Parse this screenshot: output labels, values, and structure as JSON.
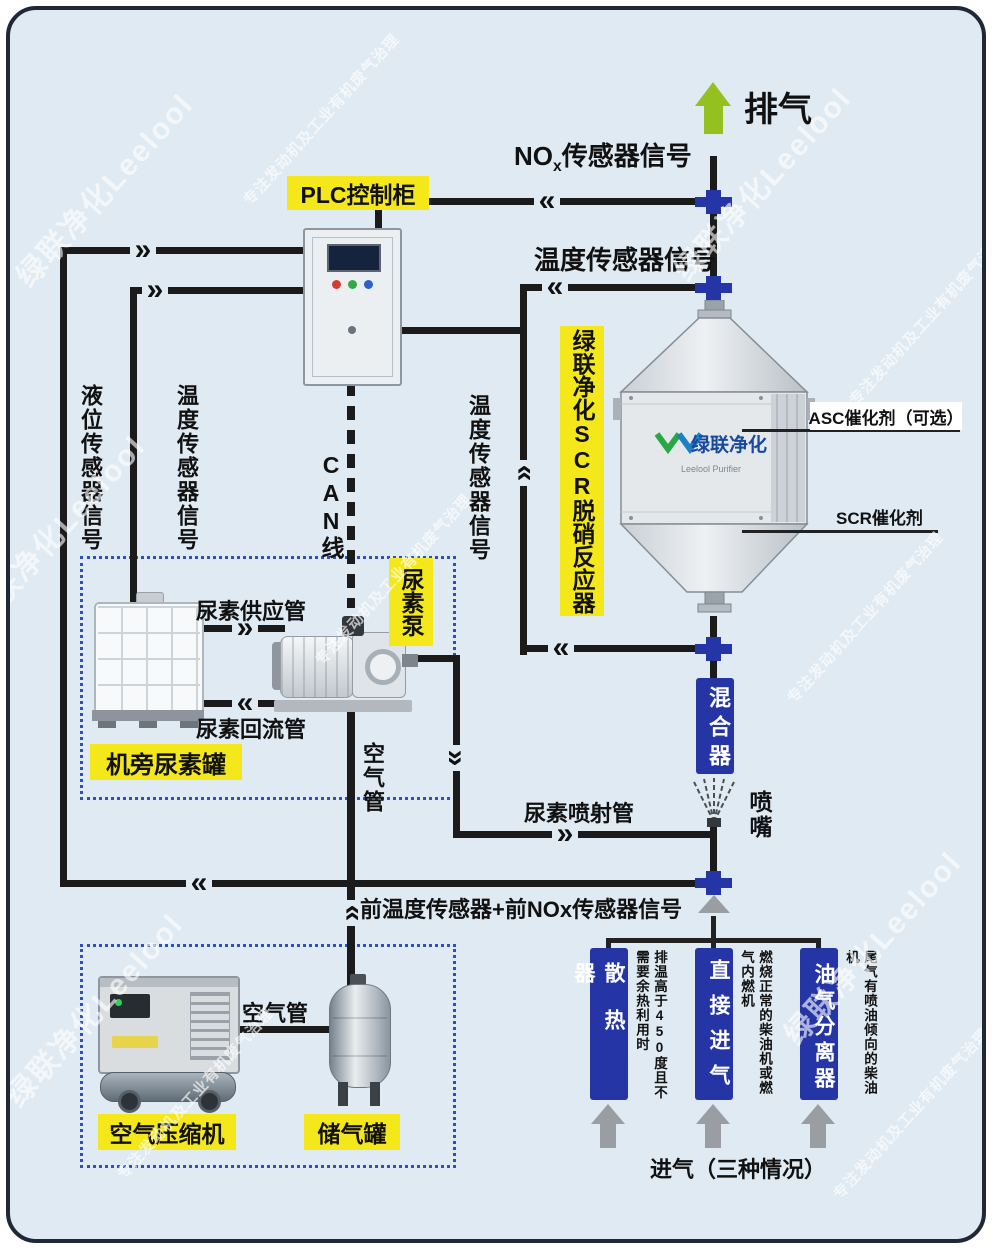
{
  "colors": {
    "bg": "#dfeaf2",
    "ink": "#1b1b1b",
    "yellow": "#f4e71a",
    "blue": "#2635a6",
    "green": "#94c11f",
    "gray": "#9a9ea3",
    "dotted": "#2d50c0"
  },
  "icons": {
    "chevron_right": "»",
    "chevron_left": "«"
  },
  "header": {
    "exhaust": "排气"
  },
  "plc": {
    "label": "PLC控制柜"
  },
  "reactor": {
    "label": "绿联净化SCR脱硝反应器",
    "asc": "ASC催化剂（可选）",
    "scr": "SCR催化剂",
    "logo_cn": "绿联净化",
    "logo_en": "Leelool Purifier"
  },
  "mixer": {
    "label": "混合器"
  },
  "nozzle": {
    "label": "喷嘴"
  },
  "signals": {
    "nox_prefix": "NO",
    "nox_sub": "x",
    "nox_suffix": "传感器信号",
    "temp_outlet": "温度传感器信号",
    "temp_inlet": "温度传感器信号",
    "liquid_level": "液位传感器信号",
    "urea_temp": "温度传感器信号",
    "can": "CAN线",
    "front": "前温度传感器+前NOx传感器信号"
  },
  "urea": {
    "supply": "尿素供应管",
    "return": "尿素回流管",
    "injection": "尿素喷射管",
    "pump": "尿素泵",
    "tank": "机旁尿素罐"
  },
  "air": {
    "pipe_vertical": "空气管",
    "pipe_horizontal": "空气管",
    "compressor": "空气压缩机",
    "tank": "储气罐"
  },
  "intake": {
    "caption": "进气（三种情况）",
    "options": [
      {
        "label": "散热器",
        "note": "排温高于450度且不需要余热利用时"
      },
      {
        "label": "直接进气",
        "note": "燃烧正常的柴油机或燃气内燃机"
      },
      {
        "label": "油气分离器",
        "note": "尾气有喷油倾向的柴油机"
      }
    ]
  },
  "watermark": {
    "brand": "绿联净化Leelool",
    "slogan": "专注发动机及工业有机废气治理"
  }
}
